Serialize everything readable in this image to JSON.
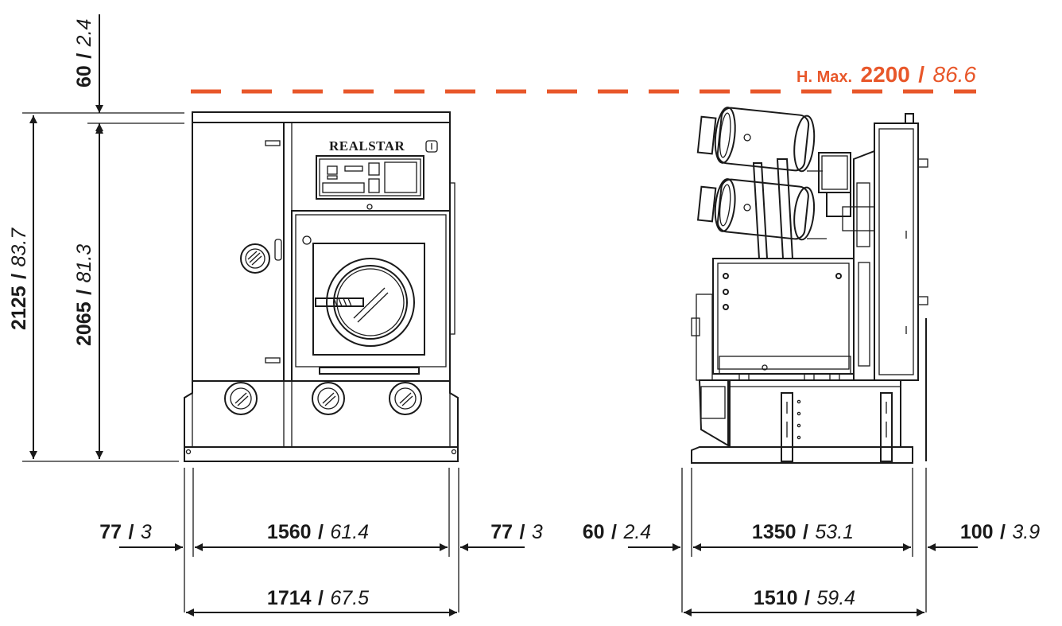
{
  "colors": {
    "line": "#1a1a1a",
    "accent": "#e8572a"
  },
  "front_view": {
    "logo": "REALSTAR"
  },
  "dimensions": {
    "top_clearance": {
      "mm": "60",
      "sep": "/",
      "in": "2.4"
    },
    "max_height": {
      "prefix": "H. Max.",
      "mm": "2200",
      "sep": "/",
      "in": "86.6"
    },
    "total_height": {
      "mm": "2125",
      "sep": "/",
      "in": "83.7"
    },
    "body_height": {
      "mm": "2065",
      "sep": "/",
      "in": "81.3"
    },
    "front_left_margin": {
      "mm": "77",
      "sep": "/",
      "in": "3"
    },
    "front_body_width": {
      "mm": "1560",
      "sep": "/",
      "in": "61.4"
    },
    "front_right_margin": {
      "mm": "77",
      "sep": "/",
      "in": "3"
    },
    "front_total_width": {
      "mm": "1714",
      "sep": "/",
      "in": "67.5"
    },
    "side_left_margin": {
      "mm": "60",
      "sep": "/",
      "in": "2.4"
    },
    "side_body_depth": {
      "mm": "1350",
      "sep": "/",
      "in": "53.1"
    },
    "side_right_margin": {
      "mm": "100",
      "sep": "/",
      "in": "3.9"
    },
    "side_total_depth": {
      "mm": "1510",
      "sep": "/",
      "in": "59.4"
    }
  }
}
